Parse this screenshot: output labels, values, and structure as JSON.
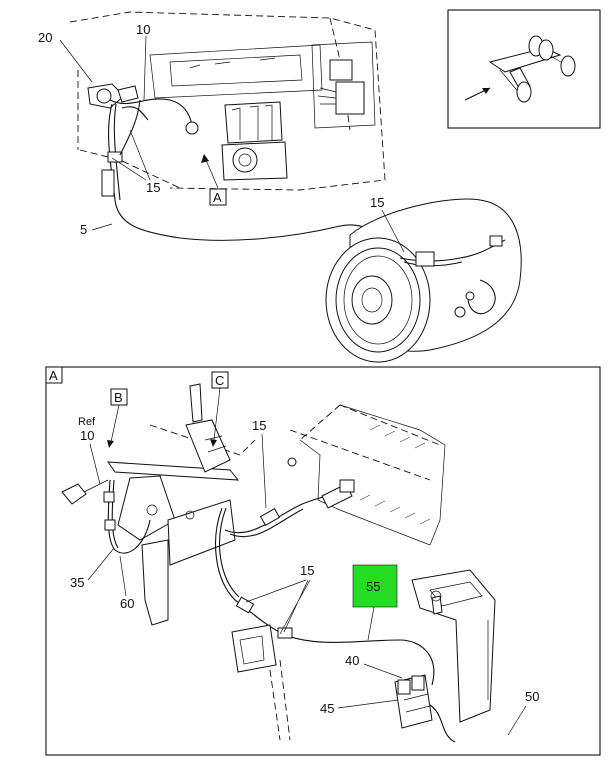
{
  "callouts": {
    "c20": "20",
    "c10_top": "10",
    "c15_top_left": "15",
    "c5": "5",
    "c15_top_right": "15",
    "cA_top": "A",
    "cA_panel": "A",
    "cB": "B",
    "cC": "C",
    "ref": "Ref",
    "c10_ref": "10",
    "c15_mid": "15",
    "c15_low": "15",
    "c55": "55",
    "c35": "35",
    "c60": "60",
    "c40": "40",
    "c45": "45",
    "c50": "50"
  },
  "colors": {
    "highlight": "#22dd22",
    "ink": "#111111"
  }
}
